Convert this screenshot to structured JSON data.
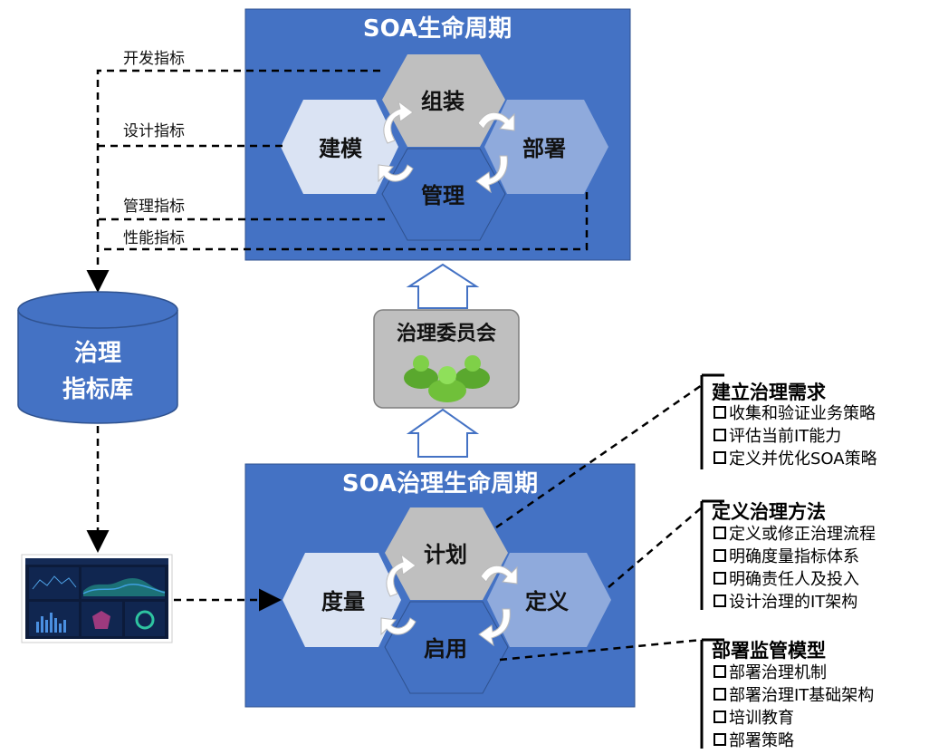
{
  "top_panel": {
    "title": "SOA生命周期",
    "hexes": {
      "top": "组装",
      "left": "建模",
      "right": "部署",
      "bottom": "管理"
    }
  },
  "bottom_panel": {
    "title": "SOA治理生命周期",
    "hexes": {
      "top": "计划",
      "left": "度量",
      "right": "定义",
      "bottom": "启用"
    }
  },
  "metrics_labels": [
    "开发指标",
    "设计指标",
    "管理指标",
    "性能指标"
  ],
  "database": {
    "line1": "治理",
    "line2": "指标库"
  },
  "committee": {
    "label": "治理委员会"
  },
  "groups": [
    {
      "title": "建立治理需求",
      "items": [
        "收集和验证业务策略",
        "评估当前IT能力",
        "定义并优化SOA策略"
      ]
    },
    {
      "title": "定义治理方法",
      "items": [
        "定义或修正治理流程",
        "明确度量指标体系",
        "明确责任人及投入",
        "设计治理的IT架构"
      ]
    },
    {
      "title": "部署监管模型",
      "items": [
        "部署治理机制",
        "部署治理IT基础架构",
        "培训教育",
        "部署策略"
      ]
    }
  ],
  "colors": {
    "panel_blue": "#4472C4",
    "hex_light": "#DAE3F3",
    "hex_gray": "#BFBFBF",
    "hex_mid": "#8FAADC",
    "committee_gray": "#BFBFBF",
    "people_green": "#70C03A"
  },
  "icons": [
    "cycle-arrow-icon",
    "people-group-icon",
    "dashboard-thumbnail",
    "checkbox-icon"
  ]
}
